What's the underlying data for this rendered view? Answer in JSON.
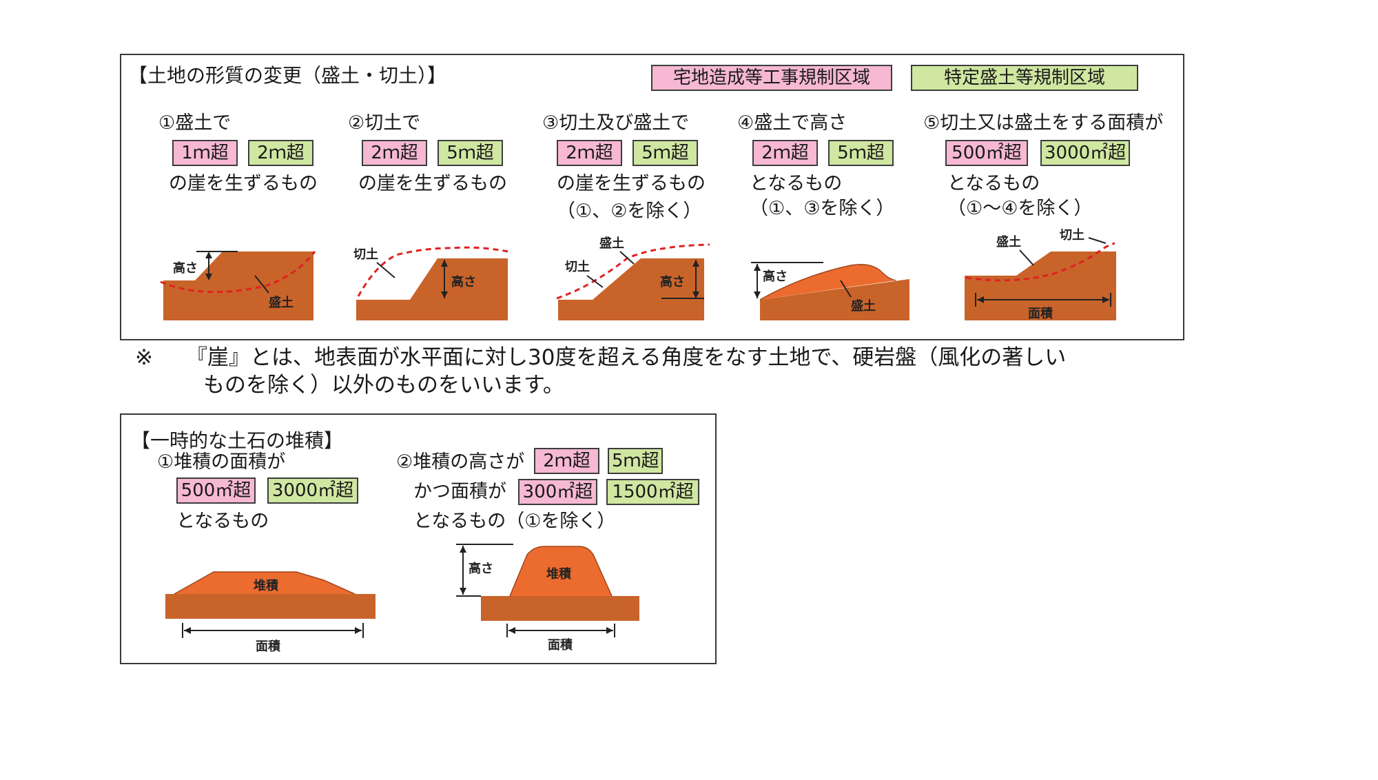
{
  "section1": {
    "title": "【土地の形質の変更（盛土・切土）】",
    "legend": {
      "pink": "宅地造成等工事規制区域",
      "green": "特定盛土等規制区域"
    },
    "items": [
      {
        "heading": "①盛土で",
        "pink": "1ｍ超",
        "green": "2ｍ超",
        "line1": "の崖を生ずるもの",
        "line2": ""
      },
      {
        "heading": "②切土で",
        "pink": "2ｍ超",
        "green": "5ｍ超",
        "line1": "の崖を生ずるもの",
        "line2": ""
      },
      {
        "heading": "③切土及び盛土で",
        "pink": "2ｍ超",
        "green": "5ｍ超",
        "line1": "の崖を生ずるもの",
        "line2": "（①、②を除く）"
      },
      {
        "heading": "④盛土で高さ",
        "pink": "2ｍ超",
        "green": "5ｍ超",
        "line1": "となるもの",
        "line2": "（①、③を除く）"
      },
      {
        "heading": "⑤切土又は盛土をする面積が",
        "pink": "500㎡超",
        "green": "3000㎡超",
        "line1": "となるもの",
        "line2": "（①～④を除く）"
      }
    ],
    "labels": {
      "height": "高さ",
      "fill": "盛土",
      "cut": "切土",
      "area": "面積"
    }
  },
  "note": {
    "mark": "※",
    "line1": "『崖』とは、地表面が水平面に対し30度を超える角度をなす土地で、硬岩盤（風化の著しい",
    "line2": "ものを除く）以外のものをいいます。"
  },
  "section2": {
    "title": "【一時的な土石の堆積】",
    "item1": {
      "heading": "①堆積の面積が",
      "pink": "500㎡超",
      "green": "3000㎡超",
      "line1": "となるもの"
    },
    "item2": {
      "heading": "②堆積の高さが",
      "pink": "2ｍ超",
      "green": "5ｍ超",
      "line_mid": "かつ面積が",
      "pink2": "300㎡超",
      "green2": "1500㎡超",
      "line1": "となるもの（①を除く）"
    },
    "labels": {
      "pile": "堆積",
      "area": "面積",
      "height": "高さ"
    }
  },
  "colors": {
    "earth": "#c8642a",
    "fill_orange": "#ec6b2f",
    "dashed": "#e02020",
    "pink": "#f6b8d2",
    "green": "#cfe7a1"
  }
}
